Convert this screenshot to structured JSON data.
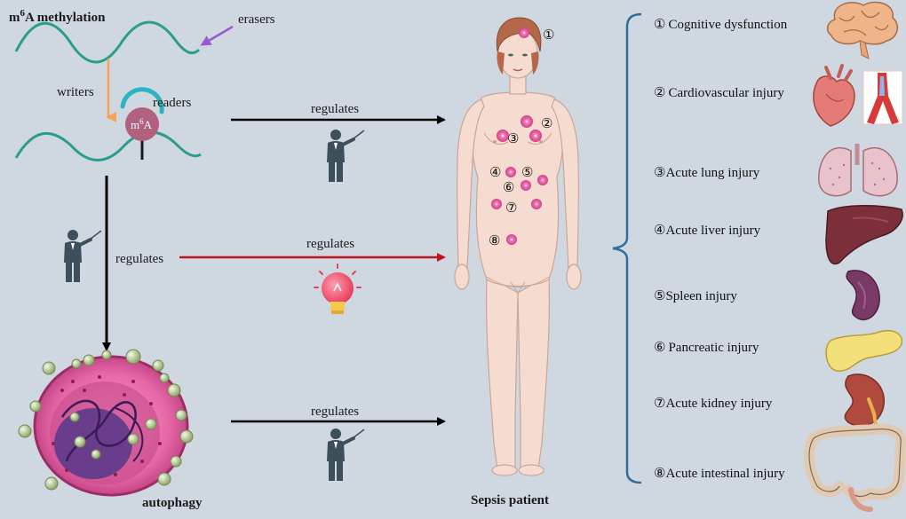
{
  "diagram": {
    "title": "m",
    "title_sup": "6",
    "title_rest": "A methylation",
    "erasers": "erasers",
    "writers": "writers",
    "readers": "readers",
    "m6a_badge_m": "m",
    "m6a_badge_sup": "6",
    "m6a_badge_a": "A",
    "arrow_top": "regulates",
    "arrow_mid_left": "regulates",
    "arrow_mid": "regulates",
    "arrow_bottom": "regulates",
    "autophagy": "autophagy",
    "patient": "Sepsis patient",
    "body_markers": [
      "①",
      "②",
      "③",
      "④",
      "⑤",
      "⑥",
      "⑦",
      "⑧"
    ],
    "injuries": [
      {
        "num": "①",
        "label": "Cognitive dysfunction"
      },
      {
        "num": "②",
        "label": "Cardiovascular injury"
      },
      {
        "num": "③",
        "label": "Acute lung injury"
      },
      {
        "num": "④",
        "label": "Acute liver injury"
      },
      {
        "num": "⑤",
        "label": "Spleen injury"
      },
      {
        "num": "⑥",
        "label": "Pancreatic injury"
      },
      {
        "num": "⑦",
        "label": "Acute kidney injury"
      },
      {
        "num": "⑧",
        "label": "Acute intestinal injury"
      }
    ],
    "colors": {
      "background": "#cfd8e0",
      "rna": "#2a9d8f",
      "erasers_arrow": "#9b59d0",
      "writers_arrow": "#f2a65a",
      "readers_arc": "#2bb3c0",
      "regulates_red": "#c0141c",
      "bracket": "#2f6f9a",
      "skin": "#f6dcd0",
      "marker": "#e0559c"
    },
    "icons": [
      "presenter-icon",
      "lightbulb-icon",
      "brain-icon",
      "heart-icon",
      "artery-icon",
      "lungs-icon",
      "liver-icon",
      "spleen-icon",
      "pancreas-icon",
      "kidney-icon",
      "intestine-icon",
      "autophagy-cell-icon"
    ]
  }
}
